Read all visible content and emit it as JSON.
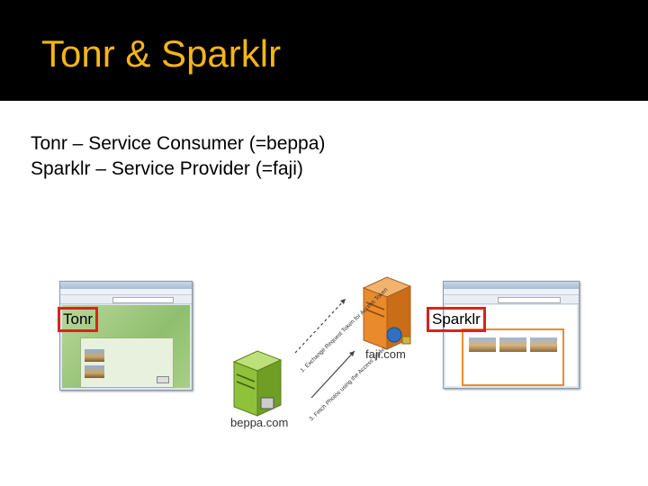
{
  "slide": {
    "title": "Tonr & Sparklr",
    "bullets": [
      "Tonr – Service Consumer (=beppa)",
      "Sparklr – Service Provider (=faji)"
    ]
  },
  "screenshots": {
    "tonr_label": "Tonr",
    "sparklr_label": "Sparklr"
  },
  "diagram": {
    "provider_label": "faji.com",
    "consumer_label": "beppa.com",
    "arrow_up": "1. Exchange Request Token for Access Token",
    "arrow_down": "3. Fetch Photos using the Access Token",
    "provider_color": "#e98a2c",
    "consumer_color": "#8fc13a"
  },
  "colors": {
    "title": "#f3b617",
    "label_border": "#d9231f"
  }
}
